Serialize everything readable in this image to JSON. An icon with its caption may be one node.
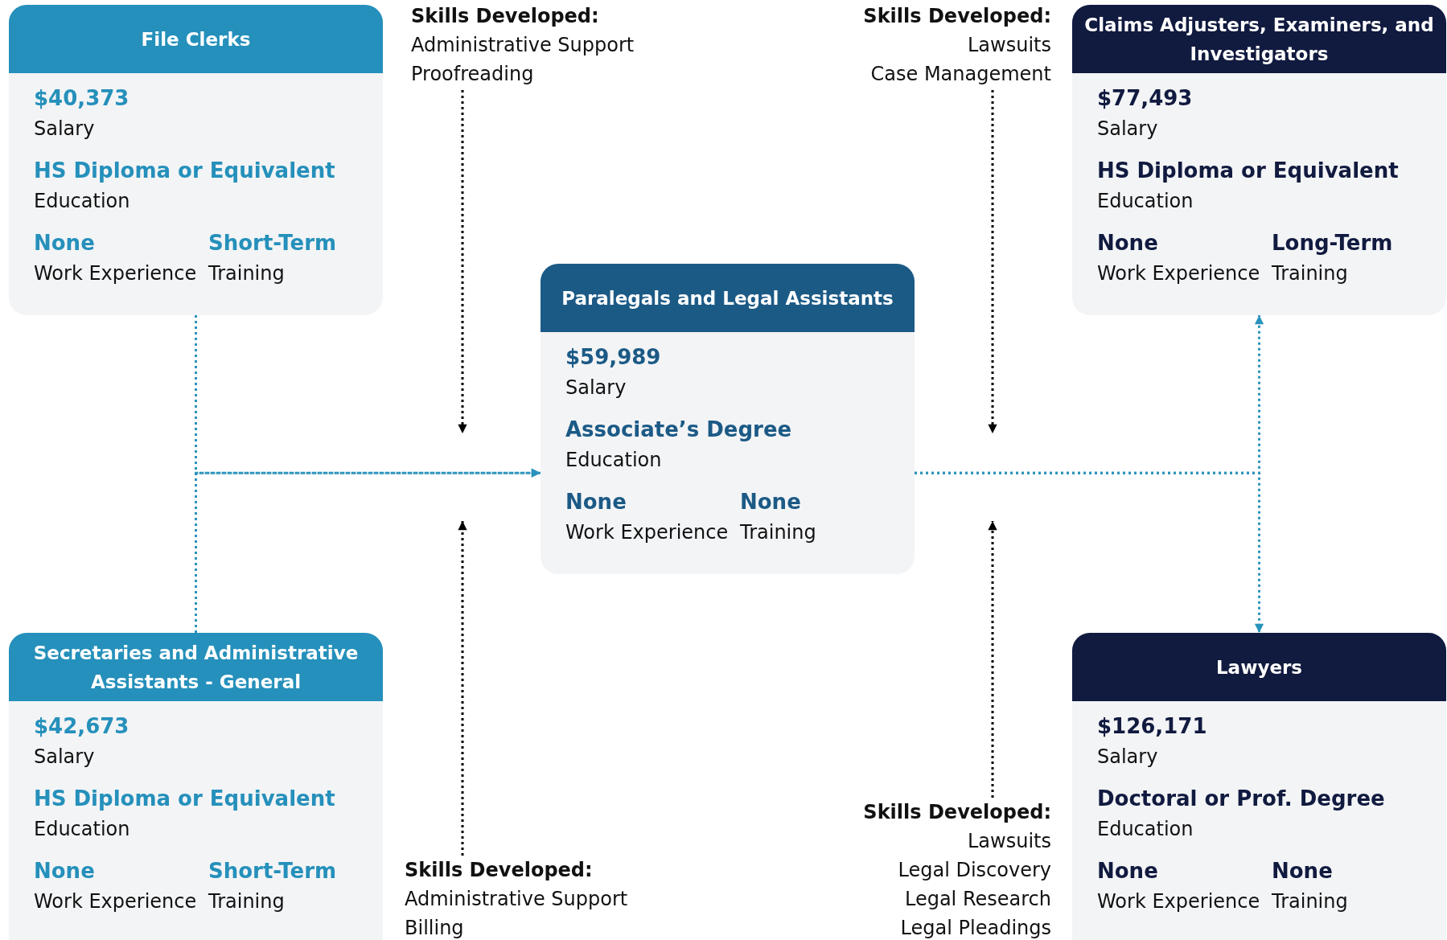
{
  "diagram": {
    "nodes": [
      {
        "text": [
          "File Clerks",
          "$40,373",
          "Salary",
          "HS Diploma or Equivalent",
          "Education",
          "None",
          "Work Experience",
          "Short-Term",
          "Training"
        ]
      },
      {
        "text": [
          "Skills Developed:",
          "Administrative Support",
          "Proofreading"
        ]
      },
      {
        "text": [
          "Skills Developed:",
          "Lawsuits",
          "Case Management"
        ]
      },
      {
        "text": [
          "Claims Adjusters, Examiners, and Investigators",
          "$77,493",
          "Salary",
          "HS Diploma or Equivalent",
          "Education",
          "None",
          "Work Experience",
          "Long-Term",
          "Training"
        ]
      },
      {
        "text": [
          "Paralegals and Legal Assistants",
          "$59,989",
          "Salary",
          "Associate’s Degree",
          "Education",
          "None",
          "Work Experience",
          "None",
          "Training"
        ]
      },
      {
        "text": [
          "Secretaries and Administrative Assistants - General",
          "$42,673",
          "Salary",
          "HS Diploma or Equivalent",
          "Education",
          "None",
          "Work Experience",
          "Short-Term",
          "Training"
        ]
      },
      {
        "text": [
          "Lawyers",
          "$126,171",
          "Salary",
          "Doctoral or Prof. Degree",
          "Education",
          "None",
          "Work Experience",
          "None",
          "Training"
        ]
      },
      {
        "text": [
          "Skills Developed:",
          "Lawsuits",
          "Legal Discovery",
          "Legal Research",
          "Legal Pleadings"
        ]
      },
      {
        "text": [
          "Skills Developed:",
          "Administrative Support",
          "Billing"
        ]
      }
    ],
    "edges": [
      {
        "from": 0,
        "to": 4,
        "arrow": "to",
        "style": "dashed",
        "color": "#2a93bb"
      },
      {
        "from": 5,
        "to": 4,
        "arrow": "to",
        "style": "dashed",
        "color": "#2a93bb"
      },
      {
        "from": 4,
        "to": 3,
        "arrow": "to",
        "style": "dashed",
        "color": "#2a93bb"
      },
      {
        "from": 4,
        "to": 6,
        "arrow": "to",
        "style": "dashed",
        "color": "#2a93bb"
      },
      {
        "from": 1,
        "to": null,
        "arrow": "to",
        "style": "dashed",
        "color": "#000000"
      },
      {
        "from": 2,
        "to": null,
        "arrow": "to",
        "style": "dashed",
        "color": "#000000"
      },
      {
        "from": 7,
        "to": null,
        "arrow": "to",
        "style": "dashed",
        "color": "#000000"
      },
      {
        "from": 8,
        "to": null,
        "arrow": "to",
        "style": "dashed",
        "color": "#000000"
      }
    ]
  }
}
